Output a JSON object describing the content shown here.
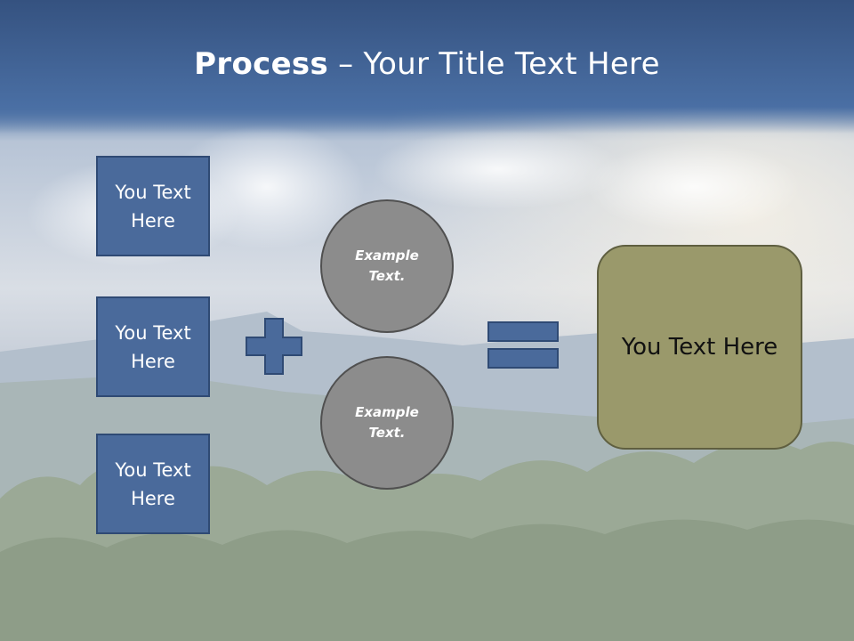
{
  "slide": {
    "title_bold": "Process",
    "title_rest": " – Your Title Text Here"
  },
  "inputs": [
    {
      "label": "You Text Here"
    },
    {
      "label": "You Text Here"
    },
    {
      "label": "You Text Here"
    }
  ],
  "circles": [
    {
      "label": "Example Text."
    },
    {
      "label": "Example Text."
    }
  ],
  "operators": {
    "plus": "plus-icon",
    "equals": "equals-icon"
  },
  "result": {
    "label": "You Text Here"
  },
  "colors": {
    "box_fill": "#4a6a9b",
    "circle_fill": "#8c8c8c",
    "result_fill": "#9a996b",
    "title_band": "#3e5f90"
  }
}
